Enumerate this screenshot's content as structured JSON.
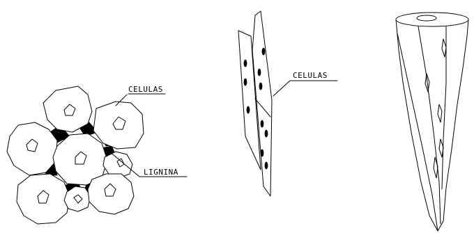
{
  "labels": {
    "cross_section_cells": "CELULAS",
    "lignin": "LIGNINA",
    "fiber_cells": "CELULAS"
  },
  "colors": {
    "ink": "#000000",
    "background": "#ffffff"
  }
}
